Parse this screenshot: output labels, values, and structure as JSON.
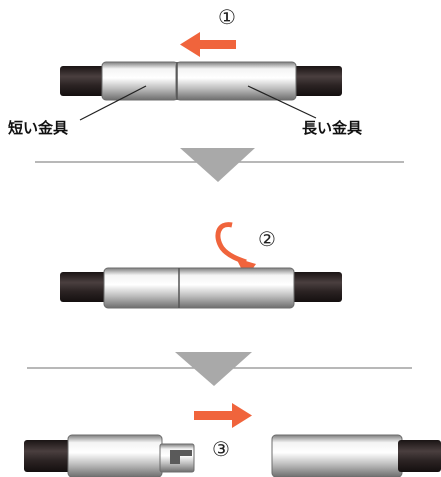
{
  "steps": [
    {
      "number": "①",
      "action": "slide-left"
    },
    {
      "number": "②",
      "action": "rotate"
    },
    {
      "number": "③",
      "action": "slide-right"
    }
  ],
  "labels": {
    "short_fitting": "短い金具",
    "long_fitting": "長い金具"
  },
  "colors": {
    "arrow": "#f0643c",
    "divider_triangle": "#a9a9a9",
    "cord": "#2a2323",
    "metal_light": "#f2f2f2",
    "metal_mid": "#c9c9c9",
    "metal_dark": "#7d7d7d"
  }
}
